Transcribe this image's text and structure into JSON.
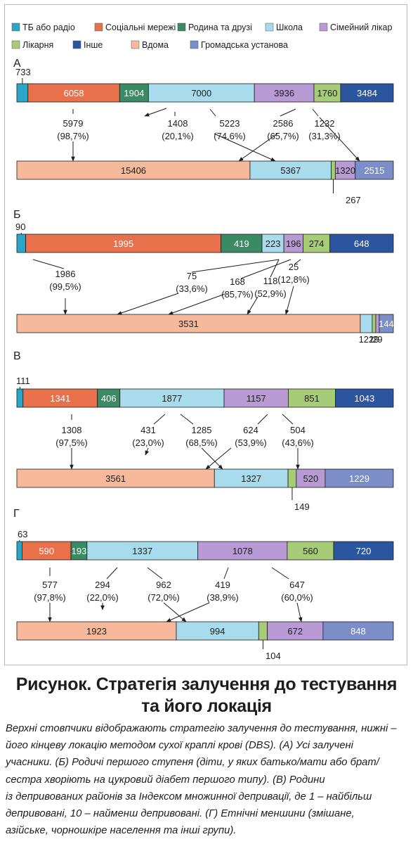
{
  "legend": [
    {
      "key": "tv",
      "label": "ТБ або радіо",
      "color": "#2aa6c8"
    },
    {
      "key": "social",
      "label": "Соціальні мережі",
      "color": "#e8704a"
    },
    {
      "key": "family",
      "label": "Родина та друзі",
      "color": "#3a8a63"
    },
    {
      "key": "school",
      "label": "Школа",
      "color": "#a8dcec"
    },
    {
      "key": "gp",
      "label": "Сімейний лікар",
      "color": "#b89ad4"
    },
    {
      "key": "hospital",
      "label": "Лікарня",
      "color": "#a6cc78"
    },
    {
      "key": "other",
      "label": "Інше",
      "color": "#2c55a0"
    },
    {
      "key": "home",
      "label": "Вдома",
      "color": "#f7b99b"
    },
    {
      "key": "community",
      "label": "Громадська установа",
      "color": "#7b8ec8"
    }
  ],
  "chart_data": [
    {
      "type": "bar",
      "panel": "А",
      "top": [
        {
          "key": "tv",
          "value": 733
        },
        {
          "key": "social",
          "value": 6058
        },
        {
          "key": "family",
          "value": 1904
        },
        {
          "key": "school",
          "value": 7000
        },
        {
          "key": "gp",
          "value": 3936
        },
        {
          "key": "hospital",
          "value": 1760
        },
        {
          "key": "other",
          "value": 3484
        }
      ],
      "bottom": [
        {
          "key": "home",
          "value": 15406
        },
        {
          "key": "school",
          "value": 5367
        },
        {
          "key": "hospital",
          "value": 267
        },
        {
          "key": "gp",
          "value": 1320
        },
        {
          "key": "community",
          "value": 2515
        }
      ],
      "flows": [
        {
          "value": "5979",
          "pct": "(98,7%)"
        },
        {
          "value": "1408",
          "pct": "(20,1%)"
        },
        {
          "value": "5223",
          "pct": "(74,6%)"
        },
        {
          "value": "2586",
          "pct": "(65,7%)"
        },
        {
          "value": "1232",
          "pct": "(31,3%)"
        }
      ]
    },
    {
      "type": "bar",
      "panel": "Б",
      "top": [
        {
          "key": "tv",
          "value": 90
        },
        {
          "key": "social",
          "value": 1995
        },
        {
          "key": "family",
          "value": 419
        },
        {
          "key": "school",
          "value": 223
        },
        {
          "key": "gp",
          "value": 196
        },
        {
          "key": "hospital",
          "value": 274
        },
        {
          "key": "other",
          "value": 648
        }
      ],
      "bottom": [
        {
          "key": "home",
          "value": 3531
        },
        {
          "key": "school",
          "value": 122
        },
        {
          "key": "hospital",
          "value": 19
        },
        {
          "key": "gp",
          "value": 29
        },
        {
          "key": "community",
          "value": 144
        }
      ],
      "flows": [
        {
          "value": "1986",
          "pct": "(99,5%)"
        },
        {
          "value": "75",
          "pct": "(33,6%)"
        },
        {
          "value": "168",
          "pct": "(85,7%)"
        },
        {
          "value": "118",
          "pct": "(52,9%)"
        },
        {
          "value": "25",
          "pct": "(12,8%)"
        }
      ]
    },
    {
      "type": "bar",
      "panel": "В",
      "top": [
        {
          "key": "tv",
          "value": 111
        },
        {
          "key": "social",
          "value": 1341
        },
        {
          "key": "family",
          "value": 406
        },
        {
          "key": "school",
          "value": 1877
        },
        {
          "key": "gp",
          "value": 1157
        },
        {
          "key": "hospital",
          "value": 851
        },
        {
          "key": "other",
          "value": 1043
        }
      ],
      "bottom": [
        {
          "key": "home",
          "value": 3561
        },
        {
          "key": "school",
          "value": 1327
        },
        {
          "key": "hospital",
          "value": 149
        },
        {
          "key": "gp",
          "value": 520
        },
        {
          "key": "community",
          "value": 1229
        }
      ],
      "flows": [
        {
          "value": "1308",
          "pct": "(97,5%)"
        },
        {
          "value": "431",
          "pct": "(23,0%)"
        },
        {
          "value": "1285",
          "pct": "(68,5%)"
        },
        {
          "value": "624",
          "pct": "(53,9%)"
        },
        {
          "value": "504",
          "pct": "(43,6%)"
        }
      ]
    },
    {
      "type": "bar",
      "panel": "Г",
      "top": [
        {
          "key": "tv",
          "value": 63
        },
        {
          "key": "social",
          "value": 590
        },
        {
          "key": "family",
          "value": 193
        },
        {
          "key": "school",
          "value": 1337
        },
        {
          "key": "gp",
          "value": 1078
        },
        {
          "key": "hospital",
          "value": 560
        },
        {
          "key": "other",
          "value": 720
        }
      ],
      "bottom": [
        {
          "key": "home",
          "value": 1923
        },
        {
          "key": "school",
          "value": 994
        },
        {
          "key": "hospital",
          "value": 104
        },
        {
          "key": "gp",
          "value": 672
        },
        {
          "key": "community",
          "value": 848
        }
      ],
      "flows": [
        {
          "value": "577",
          "pct": "(97,8%)"
        },
        {
          "value": "294",
          "pct": "(22,0%)"
        },
        {
          "value": "962",
          "pct": "(72,0%)"
        },
        {
          "value": "419",
          "pct": "(38,9%)"
        },
        {
          "value": "647",
          "pct": "(60,0%)"
        }
      ]
    }
  ],
  "caption": {
    "title_line1": "Рисунок. Стратегія залучення до тестування",
    "title_line2": "та його локація",
    "text": "Верхні стовпчики відображають стратегію залучення до тестування, нижні –\nйого кінцеву локацію методом сухої краплі крові (DBS). (А) Усі залучені\nучасники. (Б) Родичі першого ступеня (діти, у яких батько/мати або брат/\nсестра хворіють на цукровий діабет першого типу). (В) Родини\nіз депривованих районів за Індексом множинної депривації, де 1 – найбільш\nдепривовані, 10 – найменш депривовані. (Г) Етнічні меншини (змішане,\nазійське, чорношкіре населення та інші групи)."
  }
}
